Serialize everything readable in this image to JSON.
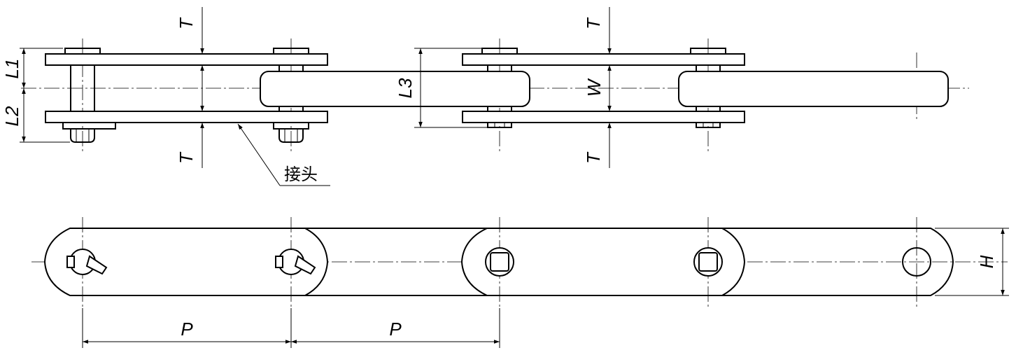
{
  "labels": {
    "T": "T",
    "L1": "L1",
    "L2": "L2",
    "L3": "L3",
    "W": "W",
    "H": "H",
    "P": "P",
    "joint": "接头"
  }
}
